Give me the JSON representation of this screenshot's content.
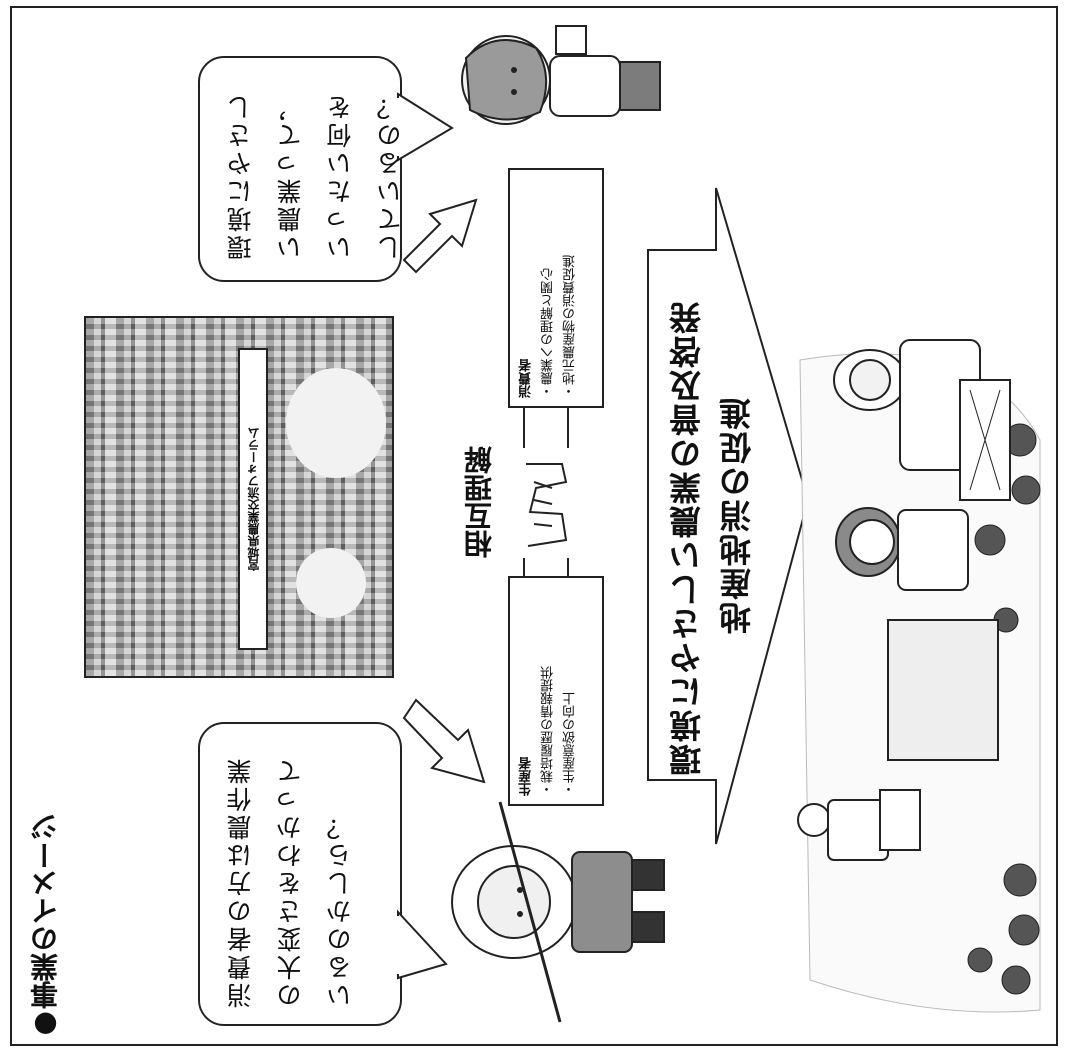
{
  "page_title": "●事業のイメージ",
  "bubble_consumer": "環境にやさしい農業って，いったい何をしているの？",
  "bubble_farmer": "消費者の方は農作業の大変さをわかっているのかしら？",
  "photo_banner": "宮城県農業交流フォーラム",
  "mutual_understanding": "相互理解",
  "consumer_box": {
    "title": "消費者",
    "item1": "・農業への理解と関心",
    "item2": "・地元農産物の消費促進"
  },
  "producer_box": {
    "title": "生産者",
    "item1": "・栽培履歴の情報提供",
    "item2": "・生産意欲の向上"
  },
  "arrow_line1": "環境にやさしい農業の普及啓発",
  "arrow_line2": "地産地消の促進"
}
